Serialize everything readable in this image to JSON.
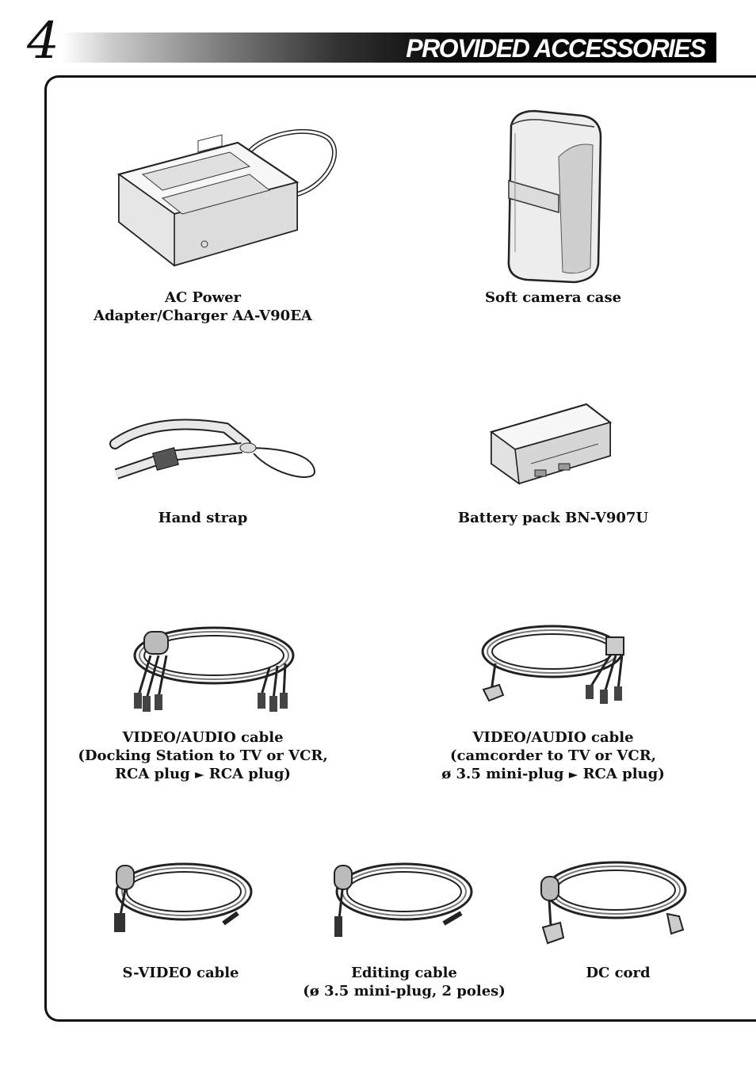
{
  "page": {
    "number": "4",
    "title": "PROVIDED ACCESSORIES"
  },
  "accessories": [
    {
      "id": "ac-adapter",
      "lines": [
        "AC Power",
        "Adapter/Charger AA-V90EA"
      ]
    },
    {
      "id": "soft-case",
      "lines": [
        "Soft camera case"
      ]
    },
    {
      "id": "hand-strap",
      "lines": [
        "Hand strap"
      ]
    },
    {
      "id": "battery-pack",
      "lines": [
        "Battery pack BN-V907U"
      ]
    },
    {
      "id": "va-cable-dock",
      "lines": [
        "VIDEO/AUDIO cable",
        "(Docking Station to TV or VCR,",
        "RCA plug",
        "RCA plug)"
      ]
    },
    {
      "id": "va-cable-cam",
      "lines": [
        "VIDEO/AUDIO cable",
        "(camcorder to TV or VCR,",
        "ø 3.5 mini-plug",
        "RCA plug)"
      ]
    },
    {
      "id": "s-video-cable",
      "lines": [
        "S-VIDEO cable"
      ]
    },
    {
      "id": "editing-cable",
      "lines": [
        "Editing cable",
        "(ø 3.5 mini-plug, 2 poles)"
      ]
    },
    {
      "id": "dc-cord",
      "lines": [
        "DC cord"
      ]
    }
  ],
  "symbols": {
    "arrow": "►"
  }
}
